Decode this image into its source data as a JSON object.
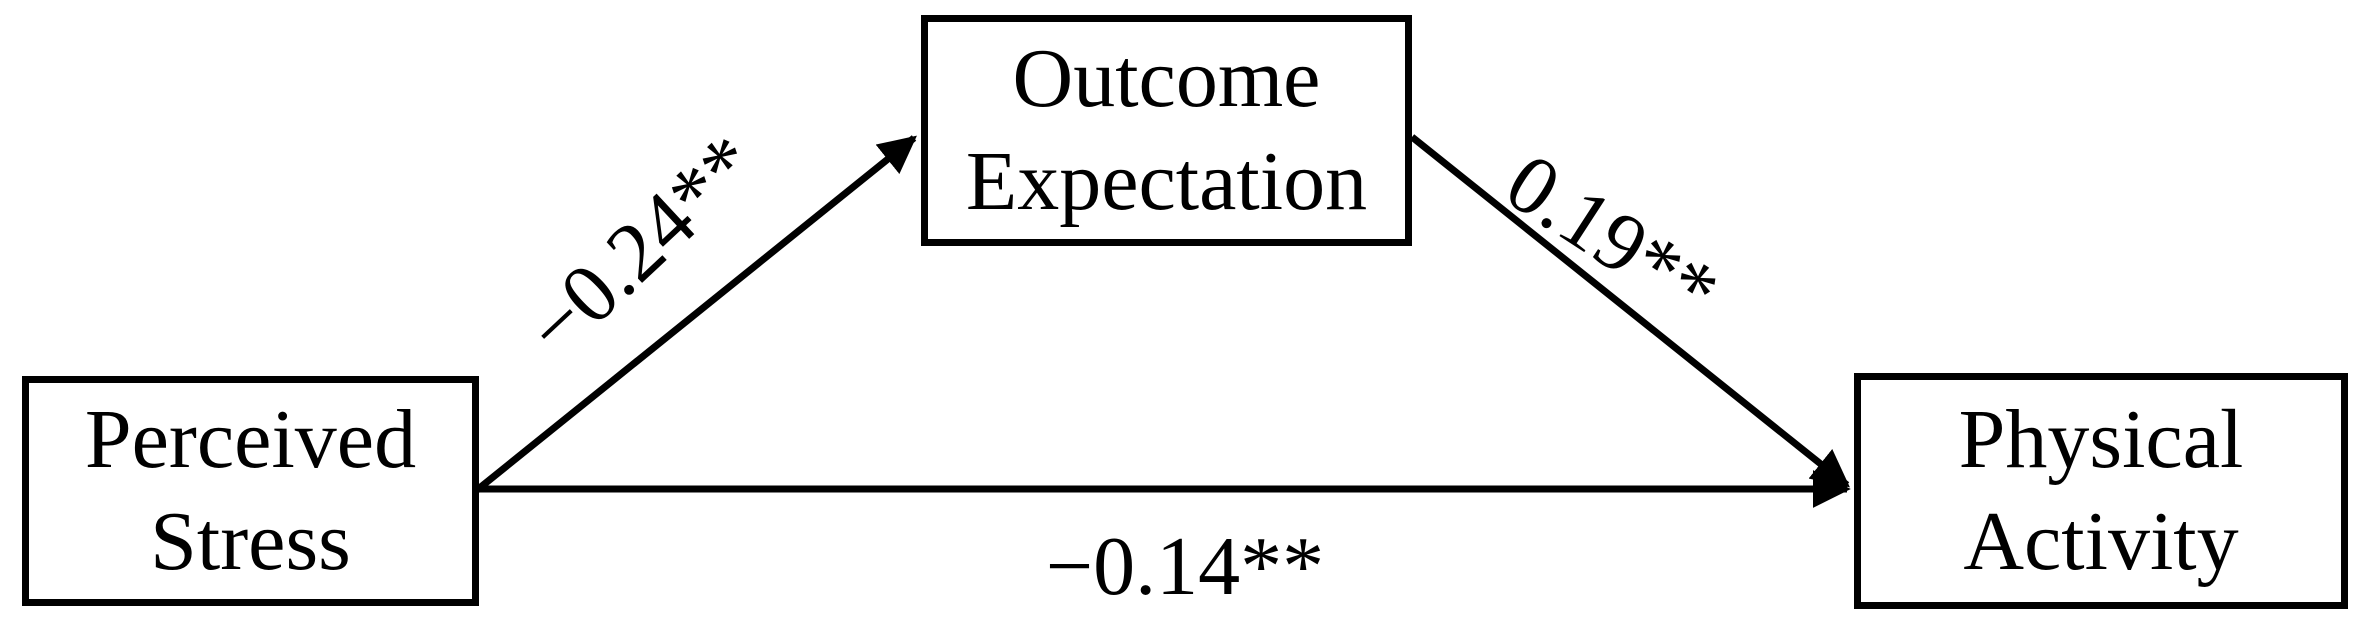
{
  "diagram": {
    "kind": "mediation-path-diagram",
    "colors": {
      "line": "#000000",
      "box_fill": "#ffffff",
      "text": "#000000",
      "background": "#ffffff"
    },
    "nodes": [
      {
        "id": "perceived-stress",
        "line1": "Perceived",
        "line2": "Stress"
      },
      {
        "id": "outcome-expectation",
        "line1": "Outcome",
        "line2": "Expectation"
      },
      {
        "id": "physical-activity",
        "line1": "Physical",
        "line2": "Activity"
      }
    ],
    "paths": [
      {
        "from": "Perceived Stress",
        "to": "Outcome Expectation",
        "coefficient": "−0.24**"
      },
      {
        "from": "Outcome Expectation",
        "to": "Physical Activity",
        "coefficient": "0.19**"
      },
      {
        "from": "Perceived Stress",
        "to": "Physical Activity",
        "coefficient": "−0.14**"
      }
    ]
  }
}
